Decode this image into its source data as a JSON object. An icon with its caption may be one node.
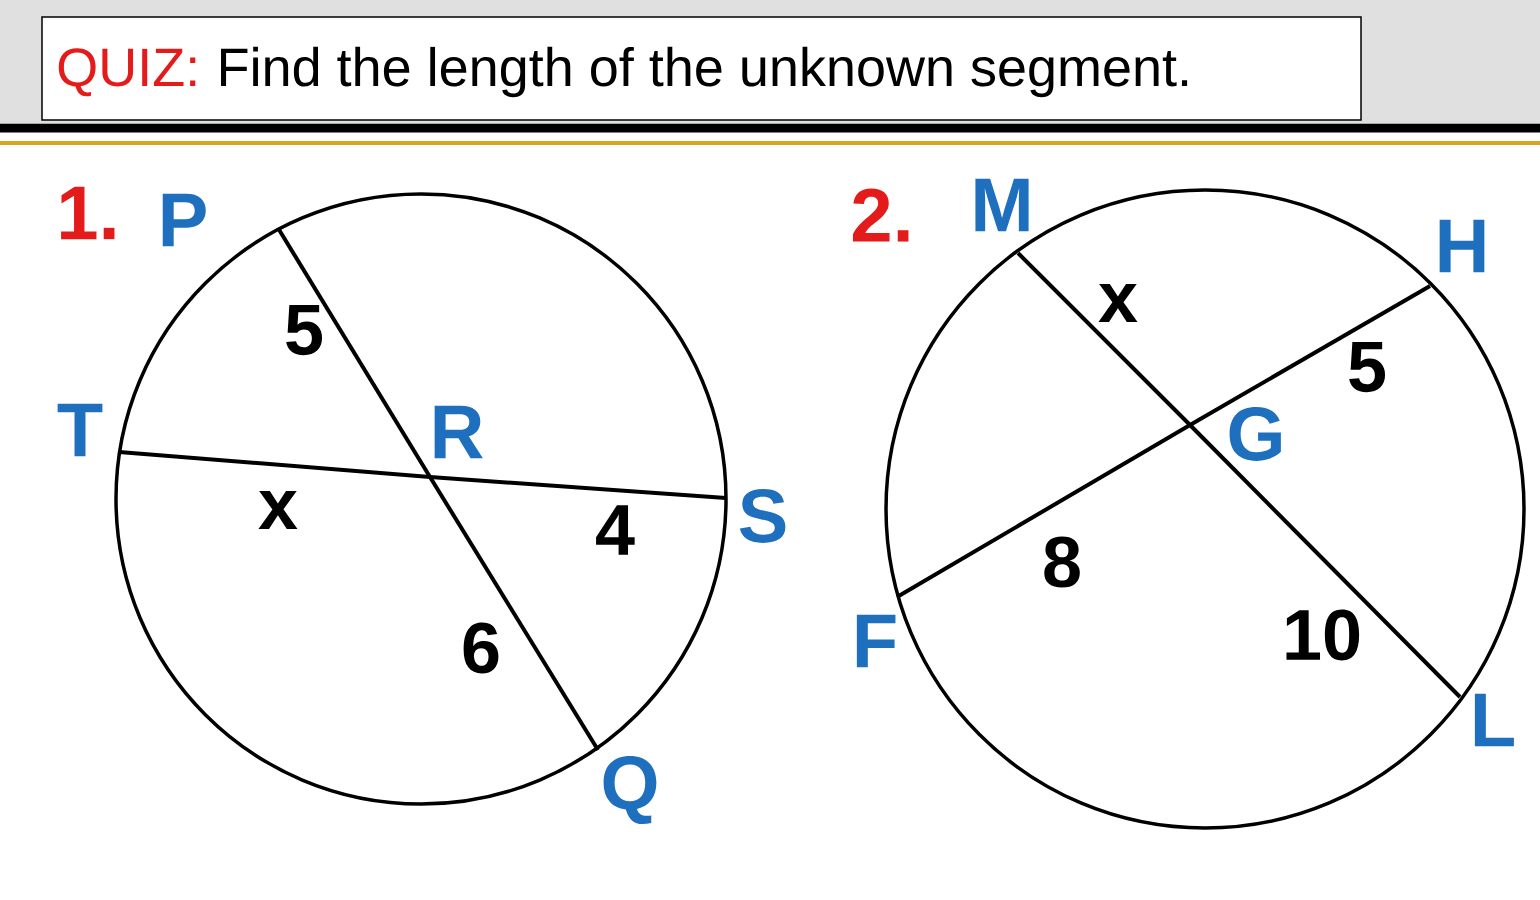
{
  "diagram": {
    "nodes": [
      {
        "text": [
          "QUIZ:",
          "Find the length of the unknown segment."
        ]
      },
      {
        "text": [
          "P"
        ]
      },
      {
        "text": [
          "T"
        ]
      },
      {
        "text": [
          "R"
        ]
      },
      {
        "text": [
          "S"
        ]
      },
      {
        "text": [
          "Q"
        ]
      },
      {
        "text": [
          "M"
        ]
      },
      {
        "text": [
          "H"
        ]
      },
      {
        "text": [
          "G"
        ]
      },
      {
        "text": [
          "F"
        ]
      },
      {
        "text": [
          "L"
        ]
      }
    ],
    "edges": [
      {
        "from": 1,
        "to": 3,
        "arrow": "none",
        "label": "5"
      },
      {
        "from": 3,
        "to": 5,
        "arrow": "none",
        "label": "6"
      },
      {
        "from": 2,
        "to": 3,
        "arrow": "none",
        "label": "x"
      },
      {
        "from": 3,
        "to": 4,
        "arrow": "none",
        "label": "4"
      },
      {
        "from": 6,
        "to": 8,
        "arrow": "none",
        "label": "x"
      },
      {
        "from": 8,
        "to": 10,
        "arrow": "none",
        "label": "10"
      },
      {
        "from": 7,
        "to": 8,
        "arrow": "none",
        "label": "5"
      },
      {
        "from": 8,
        "to": 9,
        "arrow": "none",
        "label": "8"
      }
    ],
    "labels": [
      "1.",
      "2."
    ]
  }
}
